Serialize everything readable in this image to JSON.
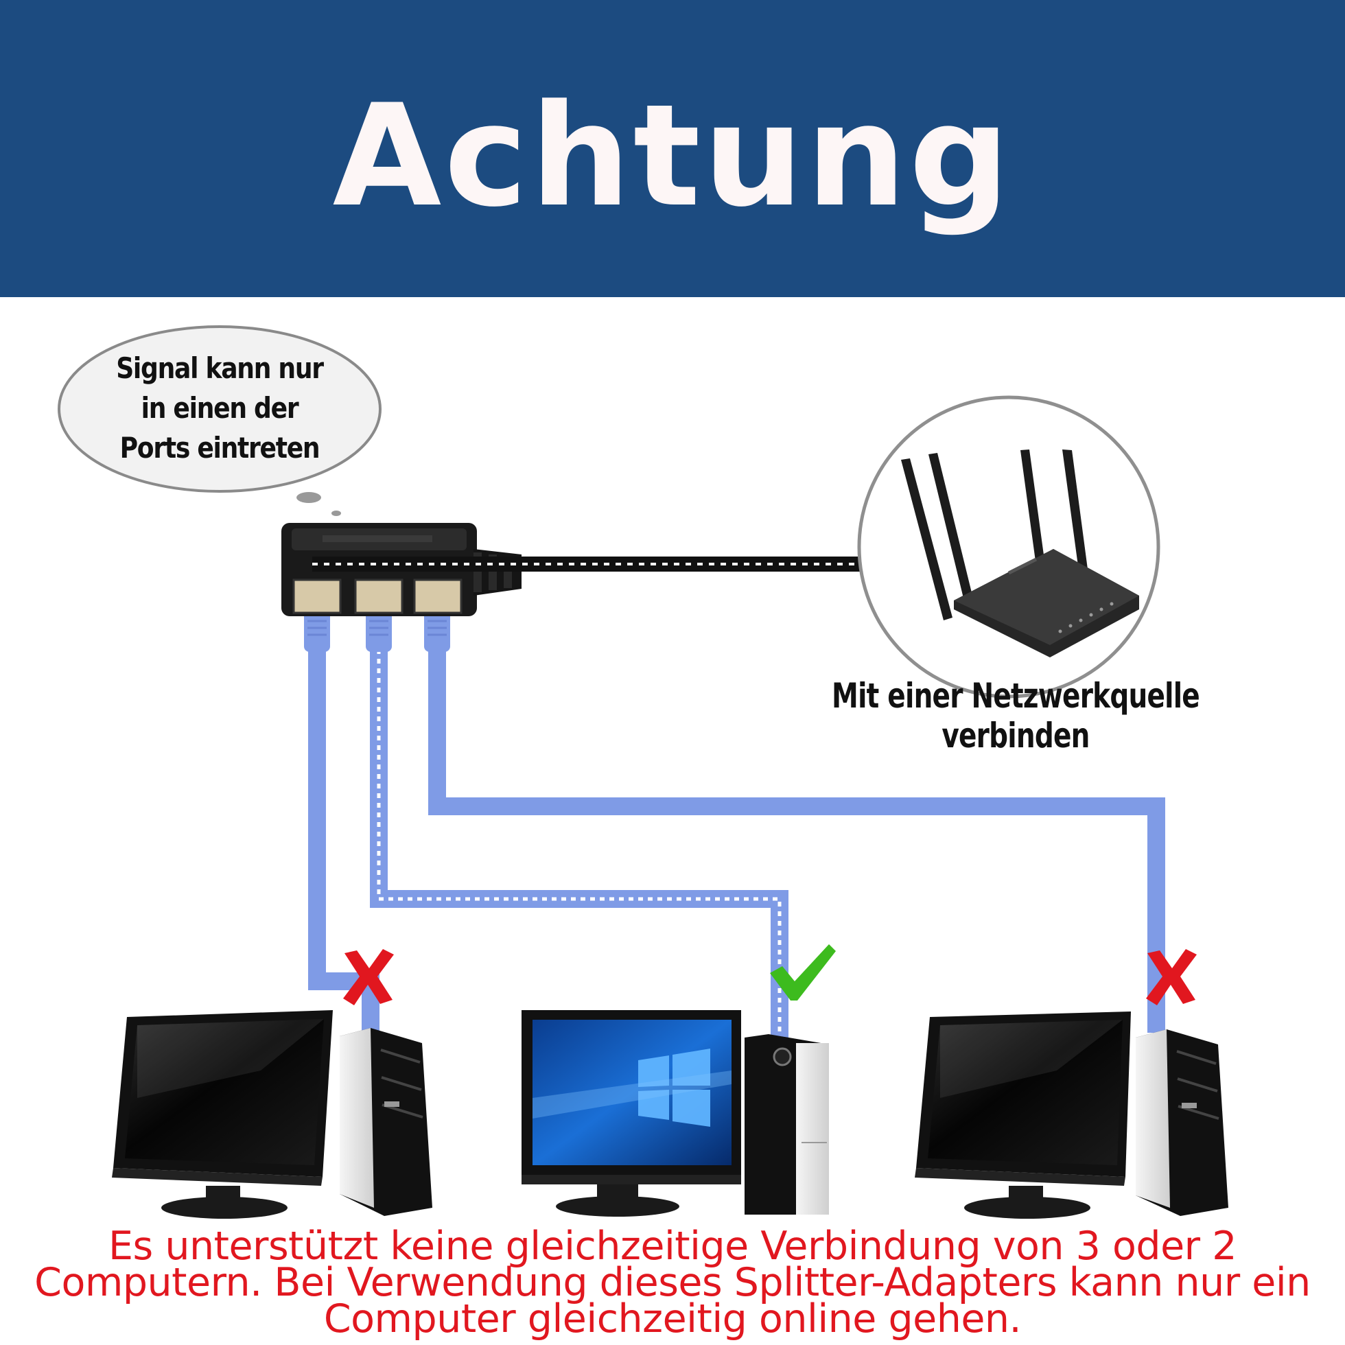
{
  "header": {
    "title": "Achtung"
  },
  "bubble": {
    "lines": [
      "Signal kann nur",
      "in einen der",
      "Ports eintreten"
    ]
  },
  "router": {
    "label": "Mit einer Netzwerkquelle verbinden"
  },
  "computers": [
    {
      "status": "not-connected",
      "mark_icon": "red-x-icon",
      "screen": "off"
    },
    {
      "status": "connected",
      "mark_icon": "green-check-icon",
      "screen": "windows"
    },
    {
      "status": "not-connected",
      "mark_icon": "red-x-icon",
      "screen": "off"
    }
  ],
  "colors": {
    "header_bg": "#1c4b80",
    "cable": "#7f9be6",
    "warning": "#e1171f",
    "check": "#3dbb1e",
    "cross": "#e1171f"
  },
  "warning": {
    "line1": "Es unterstützt keine gleichzeitige Verbindung von 3 oder 2",
    "line2": "Computern. Bei Verwendung dieses Splitter-Adapters kann nur ein",
    "line3": "Computer gleichzeitig online gehen."
  }
}
